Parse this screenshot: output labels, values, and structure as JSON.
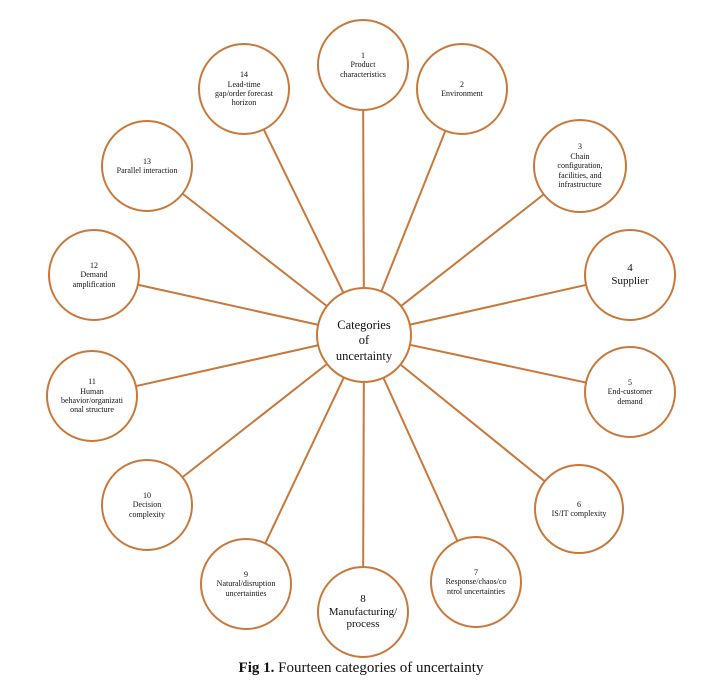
{
  "colors": {
    "stroke": "#c8783a",
    "fill": "#ffffff",
    "text": "#111111"
  },
  "diagram": {
    "center": {
      "lines": [
        "Categories",
        "of",
        "uncertainty"
      ]
    },
    "nodes": [
      {
        "number": "1",
        "label": [
          "Product",
          "characteristics"
        ]
      },
      {
        "number": "2",
        "label": [
          "Environment"
        ]
      },
      {
        "number": "3",
        "label": [
          "Chain",
          "configuration,",
          "facilities, and",
          "infrastructure"
        ]
      },
      {
        "number": "4",
        "label": [
          "Supplier"
        ]
      },
      {
        "number": "5",
        "label": [
          "End-customer",
          "demand"
        ]
      },
      {
        "number": "6",
        "label": [
          "IS/IT complexity"
        ]
      },
      {
        "number": "7",
        "label": [
          "Response/chaos/co",
          "ntrol uncertainties"
        ]
      },
      {
        "number": "8",
        "label": [
          "Manufacturing/",
          "process"
        ]
      },
      {
        "number": "9",
        "label": [
          "Natural/disruption",
          "uncertainties"
        ]
      },
      {
        "number": "10",
        "label": [
          "Decision",
          "complexity"
        ]
      },
      {
        "number": "11",
        "label": [
          "Human",
          "behavior/organizati",
          "onal structure"
        ]
      },
      {
        "number": "12",
        "label": [
          "Demand",
          "amplification"
        ]
      },
      {
        "number": "13",
        "label": [
          "Parallel interaction"
        ]
      },
      {
        "number": "14",
        "label": [
          "Lead-time",
          "gap/order forecast",
          "horizon"
        ]
      }
    ]
  },
  "caption": {
    "prefix": "Fig 1.",
    "text": " Fourteen categories of uncertainty"
  }
}
